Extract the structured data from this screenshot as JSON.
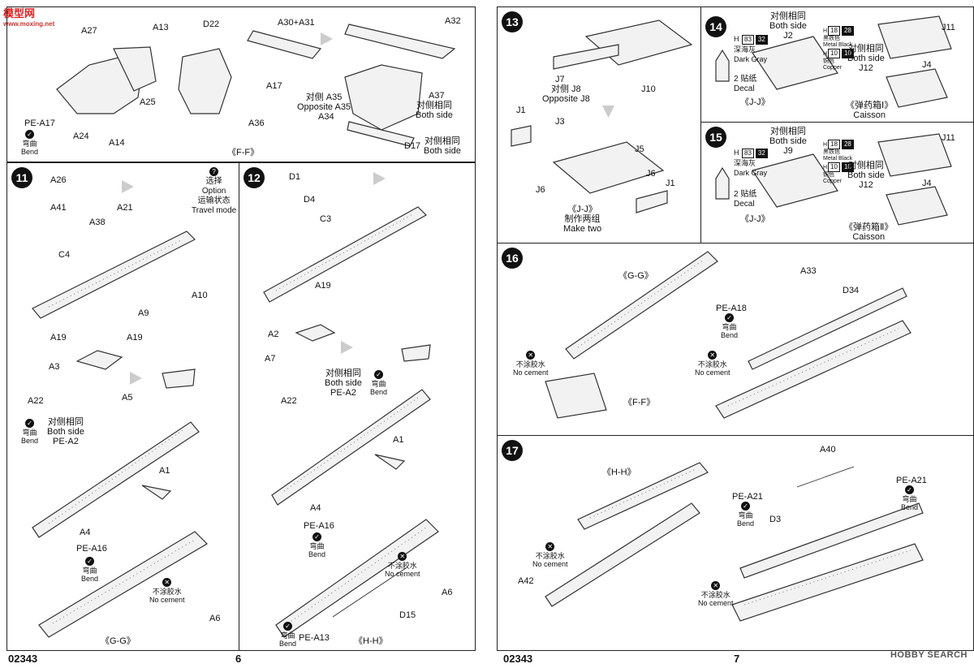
{
  "watermark": {
    "logo": "模型网",
    "url": "www.moxing.net"
  },
  "watermark_right": "HOBBY SEARCH",
  "left_page": {
    "product_code": "02343",
    "page_number": "6",
    "top": {
      "labels": {
        "A27": "A27",
        "A25": "A25",
        "A24": "A24",
        "A14": "A14",
        "PEA17": "PE-A17",
        "A13": "A13",
        "D22": "D22",
        "A36": "A36",
        "A30A31": "A30+A31",
        "A17": "A17",
        "A32": "A32",
        "A37": "A37",
        "A35_cn": "对侧 A35",
        "A35_en": "Opposite A35",
        "A34": "A34",
        "D17": "D17",
        "bothside_cn": "对侧相同",
        "bothside_en": "Both side",
        "bothside2_cn": "对侧相同",
        "bothside2_en": "Both side",
        "bend_cn": "弯曲",
        "bend_en": "Bend"
      },
      "subassembly": "《F-F》"
    },
    "step11": {
      "number": "11",
      "labels": {
        "A26": "A26",
        "A41": "A41",
        "A38": "A38",
        "A21": "A21",
        "C4": "C4",
        "A10": "A10",
        "A9": "A9",
        "A19a": "A19",
        "A19b": "A19",
        "A3": "A3",
        "A22": "A22",
        "A5": "A5",
        "A1": "A1",
        "A4": "A4",
        "PEA16": "PE-A16",
        "A6": "A6",
        "PEA2": "PE-A2",
        "bothside_cn": "对侧相同",
        "bothside_en": "Both side",
        "bend_cn": "弯曲",
        "bend_en": "Bend",
        "bend2_cn": "弯曲",
        "bend2_en": "Bend",
        "nocement_cn": "不涂胶水",
        "nocement_en": "No cement"
      },
      "option": {
        "cn1": "选择",
        "en1": "Option",
        "cn2": "运输状态",
        "en2": "Travel mode"
      },
      "subassembly": "《G-G》"
    },
    "step12": {
      "number": "12",
      "labels": {
        "D1": "D1",
        "D4": "D4",
        "C3": "C3",
        "A19": "A19",
        "A2": "A2",
        "A7": "A7",
        "A22": "A22",
        "PEA2": "PE-A2",
        "bothside_cn": "对侧相同",
        "bothside_en": "Both side",
        "bend_cn": "弯曲",
        "bend_en": "Bend",
        "A1": "A1",
        "A4": "A4",
        "PEA16": "PE-A16",
        "bend2_cn": "弯曲",
        "bend2_en": "Bend",
        "nocement_cn": "不涂胶水",
        "nocement_en": "No cement",
        "A6": "A6",
        "D15": "D15",
        "PEA13": "PE-A13",
        "bend3_cn": "弯曲",
        "bend3_en": "Bend"
      },
      "subassembly": "《H-H》"
    }
  },
  "right_page": {
    "product_code": "02343",
    "page_number": "7",
    "step13": {
      "number": "13",
      "labels": {
        "J7": "J7",
        "J8_cn": "对侧 J8",
        "J8_en": "Opposite J8",
        "J10": "J10",
        "J1a": "J1",
        "J3": "J3",
        "J5": "J5",
        "J6a": "J6",
        "J6b": "J6",
        "J1b": "J1"
      },
      "subassembly": "《J-J》",
      "make_two_cn": "制作两组",
      "make_two_en": "Make two"
    },
    "step14": {
      "number": "14",
      "labels": {
        "bothside_cn": "对侧相同",
        "bothside_en": "Both side",
        "J2": "J2",
        "J11": "J11",
        "J4": "J4",
        "J12": "J12",
        "bothside2_cn": "对侧相同",
        "bothside2_en": "Both side",
        "decal_num": "2",
        "decal_cn": "贴纸",
        "decal_en": "Decal"
      },
      "paint": {
        "h": "H",
        "c1": "83",
        "c2": "32",
        "cn": "深海灰",
        "en": "Dark Gray",
        "m1": "18",
        "m2": "28",
        "metal_cn": "黑铁色",
        "metal_en": "Metal Black",
        "cu1": "10",
        "cu2": "10",
        "copper_cn": "铜色",
        "copper_en": "Copper"
      },
      "subassembly": "《J-J》",
      "caisson_cn": "《弹药箱Ⅰ》",
      "caisson_en": "Caisson"
    },
    "step15": {
      "number": "15",
      "labels": {
        "bothside_cn": "对侧相同",
        "bothside_en": "Both side",
        "J9": "J9",
        "J11": "J11",
        "J4": "J4",
        "J12": "J12",
        "bothside2_cn": "对侧相同",
        "bothside2_en": "Both side",
        "decal_num": "2",
        "decal_cn": "贴纸",
        "decal_en": "Decal"
      },
      "paint": {
        "h": "H",
        "c1": "83",
        "c2": "32",
        "cn": "深海灰",
        "en": "Dark Gray",
        "m1": "18",
        "m2": "28",
        "metal_cn": "黑铁色",
        "metal_en": "Metal Black",
        "cu1": "10",
        "cu2": "10",
        "copper_cn": "铜色",
        "copper_en": "Copper"
      },
      "subassembly": "《J-J》",
      "caisson_cn": "《弹药箱Ⅱ》",
      "caisson_en": "Caisson"
    },
    "step16": {
      "number": "16",
      "labels": {
        "GG": "《G-G》",
        "A33": "A33",
        "D34": "D34",
        "PEA18": "PE-A18",
        "bend_cn": "弯曲",
        "bend_en": "Bend",
        "nocement_cn": "不涂胶水",
        "nocement_en": "No cement",
        "nocement2_cn": "不涂胶水",
        "nocement2_en": "No cement",
        "FF": "《F-F》"
      }
    },
    "step17": {
      "number": "17",
      "labels": {
        "HH": "《H-H》",
        "A40": "A40",
        "PEA21a": "PE-A21",
        "PEA21b": "PE-A21",
        "bend_cn": "弯曲",
        "bend_en": "Bend",
        "bend2_cn": "弯曲",
        "bend2_en": "Bend",
        "D3": "D3",
        "nocement_cn": "不涂胶水",
        "nocement_en": "No cement",
        "A42": "A42",
        "nocement2_cn": "不涂胶水",
        "nocement2_en": "No cement"
      }
    }
  }
}
